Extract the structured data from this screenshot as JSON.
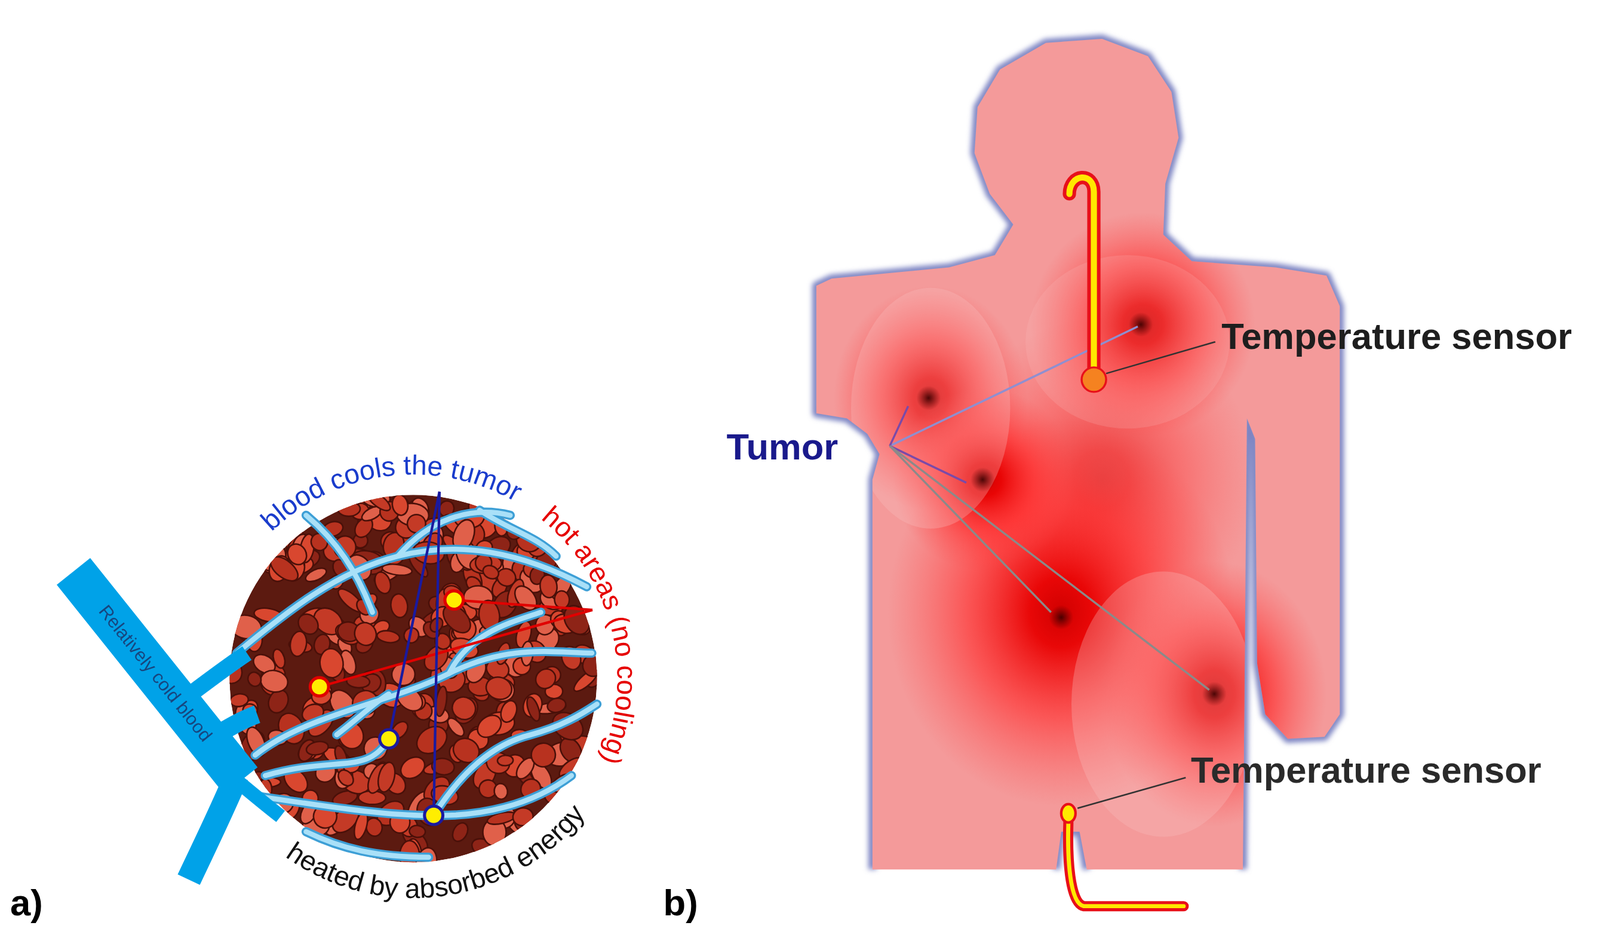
{
  "diagram": {
    "labels": [
      "blood cools the tumor",
      "hot areas (no cooling)",
      "Relatively cold blood",
      "heated by absorbed energy",
      "a)",
      "Tumor",
      "Temperature sensor",
      "Temperature sensor",
      "b)"
    ]
  }
}
